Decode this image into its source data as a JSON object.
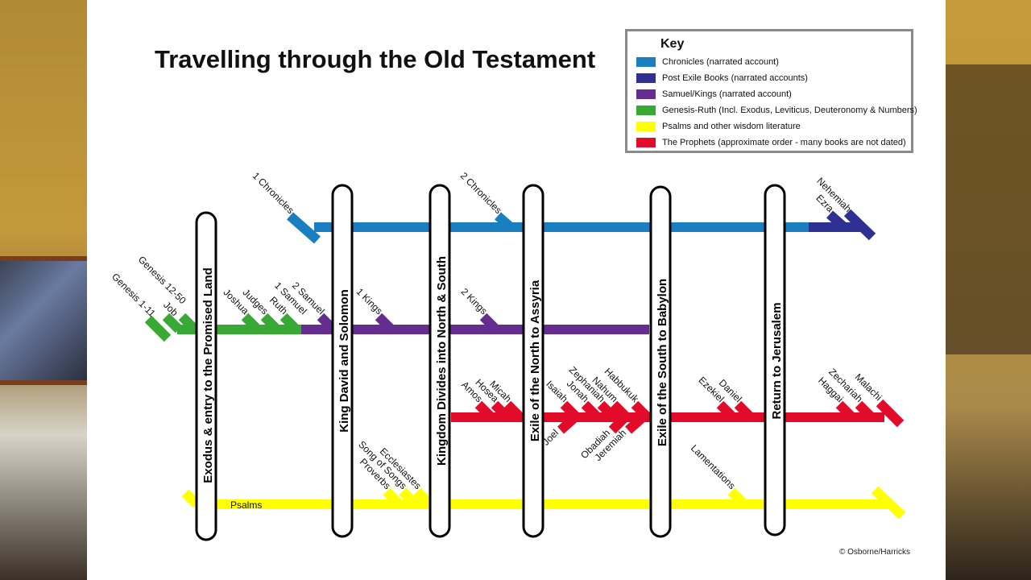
{
  "title": "Travelling through the Old Testament",
  "key": {
    "title": "Key",
    "items": [
      {
        "label": "Chronicles (narrated account)",
        "color": "#1a7fc1"
      },
      {
        "label": "Post Exile Books (narrated accounts)",
        "color": "#2e3192"
      },
      {
        "label": "Samuel/Kings (narrated account)",
        "color": "#662d91"
      },
      {
        "label": "Genesis-Ruth (Incl. Exodus, Leviticus, Deuteronomy & Numbers)",
        "color": "#39a935"
      },
      {
        "label": "Psalms and other wisdom literature",
        "color": "#ffff00"
      },
      {
        "label": "The Prophets (approximate order - many books are not dated)",
        "color": "#e30b2a"
      }
    ]
  },
  "eras": [
    "Exodus & entry to the Promised Land",
    "King David and Solomon",
    "Kingdom Divides into North & South",
    "Exile of the North to Assyria",
    "Exile of the South to Babylon",
    "Return to Jerusalem"
  ],
  "tracks": {
    "chronicles": {
      "color": "#1a7fc1",
      "books": [
        "1 Chronicles",
        "2 Chronicles"
      ]
    },
    "post_exile": {
      "color": "#2e3192",
      "books": [
        "Ezra",
        "Nehemiah"
      ]
    },
    "samuel_kings": {
      "color": "#662d91",
      "books": [
        "1 Samuel",
        "2 Samuel",
        "1 Kings",
        "2 Kings"
      ]
    },
    "genesis_ruth": {
      "color": "#39a935",
      "books": [
        "Genesis 1-11",
        "Genesis 12-50",
        "Job",
        "Joshua",
        "Judges",
        "Ruth"
      ]
    },
    "wisdom": {
      "color": "#ffff00",
      "books": [
        "Psalms",
        "Proverbs",
        "Song of Songs",
        "Ecclesiastes",
        "Lamentations"
      ]
    },
    "prophets": {
      "color": "#e30b2a",
      "books": [
        "Amos",
        "Hosea",
        "Micah",
        "Joel",
        "Isaiah",
        "Jonah",
        "Zephaniah",
        "Nahum",
        "Habbukuk",
        "Obadiah",
        "Jeremiah",
        "Ezekiel",
        "Daniel",
        "Haggai",
        "Zechariah",
        "Malachi"
      ]
    }
  },
  "copyright": "© Osborne/Harricks"
}
